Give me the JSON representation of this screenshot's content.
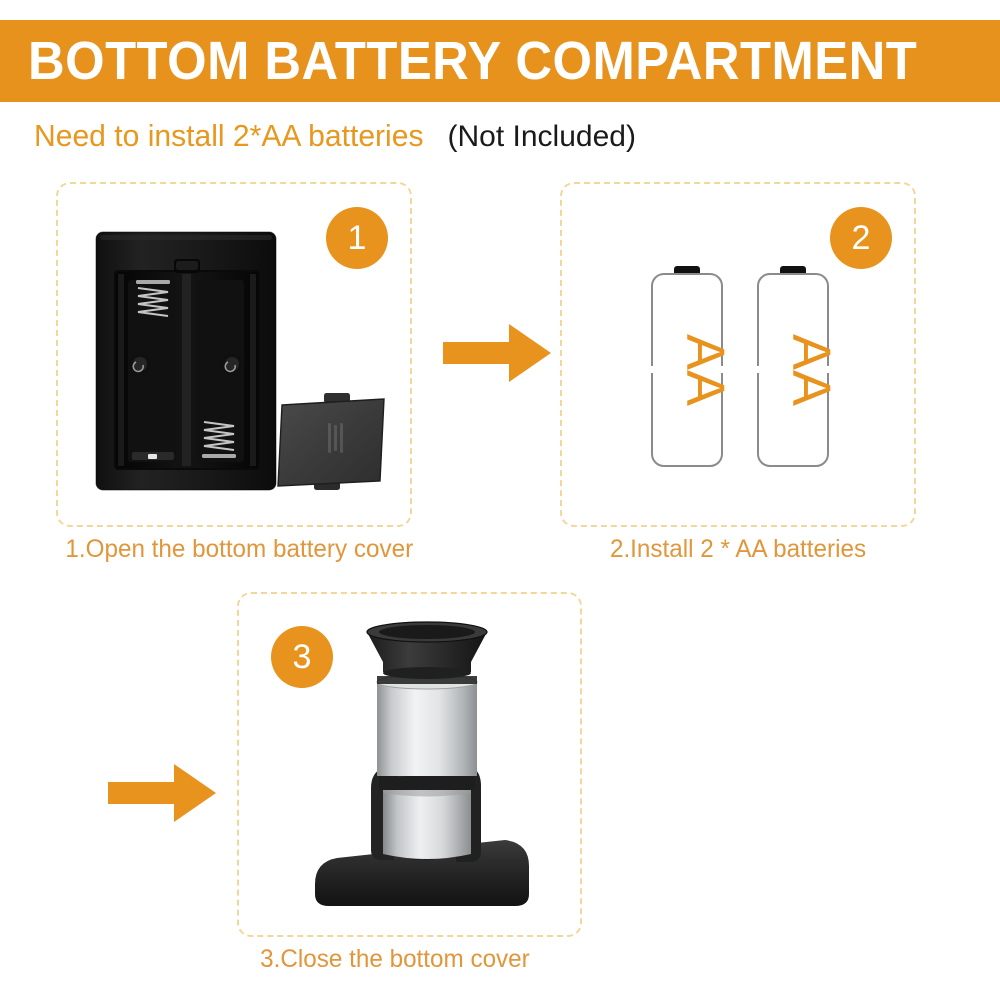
{
  "header": {
    "title": "BOTTOM BATTERY COMPARTMENT",
    "banner_color": "#E8921E",
    "title_color": "#FFFFFF"
  },
  "subtitle": {
    "main_text": "Need to install 2*AA batteries",
    "main_color": "#E8981F",
    "note_text": "(Not Included)",
    "note_color": "#1A1A1A"
  },
  "theme": {
    "accent_orange": "#E8931E",
    "caption_orange": "#E2963B",
    "panel_border": "#F3D79A",
    "background": "#FFFFFF",
    "product_black": "#2B2B2B",
    "product_silver": "#C9CCCE"
  },
  "steps": [
    {
      "number": "1",
      "caption": "1.Open the bottom battery cover",
      "artwork": "battery-compartment-open-with-cover"
    },
    {
      "number": "2",
      "caption": "2.Install 2 * AA batteries",
      "artwork": "two-aa-batteries",
      "battery_label": "AA",
      "battery_count": 2
    },
    {
      "number": "3",
      "caption": "3.Close the bottom cover",
      "artwork": "assembled-product-on-base"
    }
  ],
  "arrows": [
    {
      "label": "step-1-to-step-2",
      "direction": "right",
      "color": "#E8931E"
    },
    {
      "label": "step-2-to-step-3",
      "direction": "right",
      "color": "#E8931E"
    }
  ]
}
